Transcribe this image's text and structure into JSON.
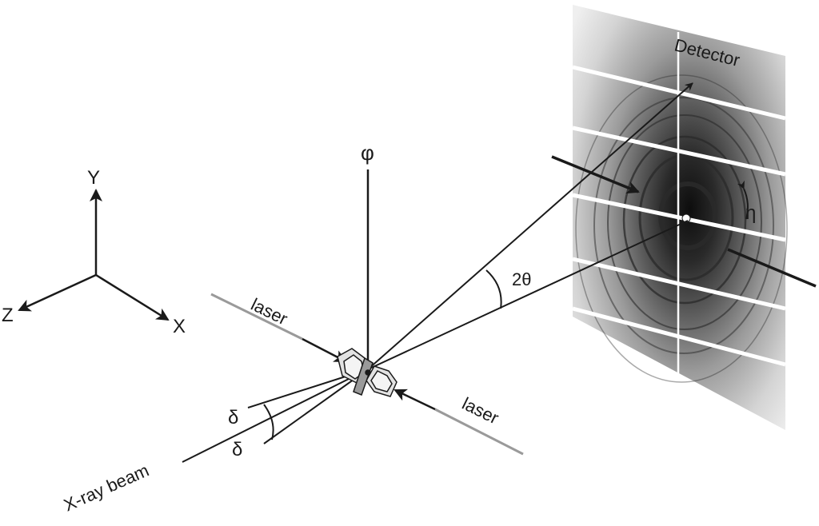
{
  "labels": {
    "axis_x": "X",
    "axis_y": "Y",
    "axis_z": "Z",
    "phi": "φ",
    "two_theta": "2θ",
    "eta": "η",
    "detector": "Detector",
    "laser_top": "laser",
    "laser_bottom": "laser",
    "delta_top": "δ",
    "delta_bottom": "δ",
    "xray_beam": "X-ray beam"
  },
  "colors": {
    "ink": "#1a1a1a",
    "laser_line": "#9a9a9a",
    "detector_dark": "#1c1c1c",
    "detector_light": "#e6e6e6",
    "stripe": "#ffffff"
  },
  "icons": [
    "arrow-icon",
    "diamond-anvil-cell-icon",
    "beam-stop-icon"
  ]
}
